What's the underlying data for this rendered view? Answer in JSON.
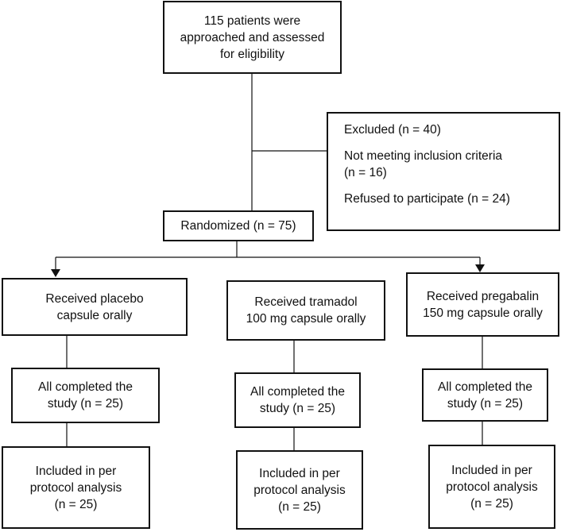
{
  "assessed": {
    "lines": [
      "115 patients were",
      "approached and assessed",
      "for eligibility"
    ]
  },
  "excluded": {
    "title": "Excluded  (n = 40)",
    "reason1": [
      "Not meeting inclusion criteria",
      "(n = 16)"
    ],
    "reason2": "Refused to participate  (n = 24)"
  },
  "randomized": "Randomized (n = 75)",
  "arms": [
    {
      "received": [
        "Received placebo",
        "capsule orally"
      ],
      "completed": [
        "All completed the",
        "study (n = 25)"
      ],
      "included": [
        "Included in per",
        "protocol analysis",
        "(n = 25)"
      ]
    },
    {
      "received": [
        "Received tramadol",
        "100 mg capsule orally"
      ],
      "completed": [
        "All completed the",
        "study (n = 25)"
      ],
      "included": [
        "Included in per",
        "protocol analysis",
        "(n = 25)"
      ]
    },
    {
      "received": [
        "Received pregabalin",
        "150 mg capsule orally"
      ],
      "completed": [
        "All completed the",
        "study (n = 25)"
      ],
      "included": [
        "Included in per",
        "protocol analysis",
        "(n = 25)"
      ]
    }
  ]
}
